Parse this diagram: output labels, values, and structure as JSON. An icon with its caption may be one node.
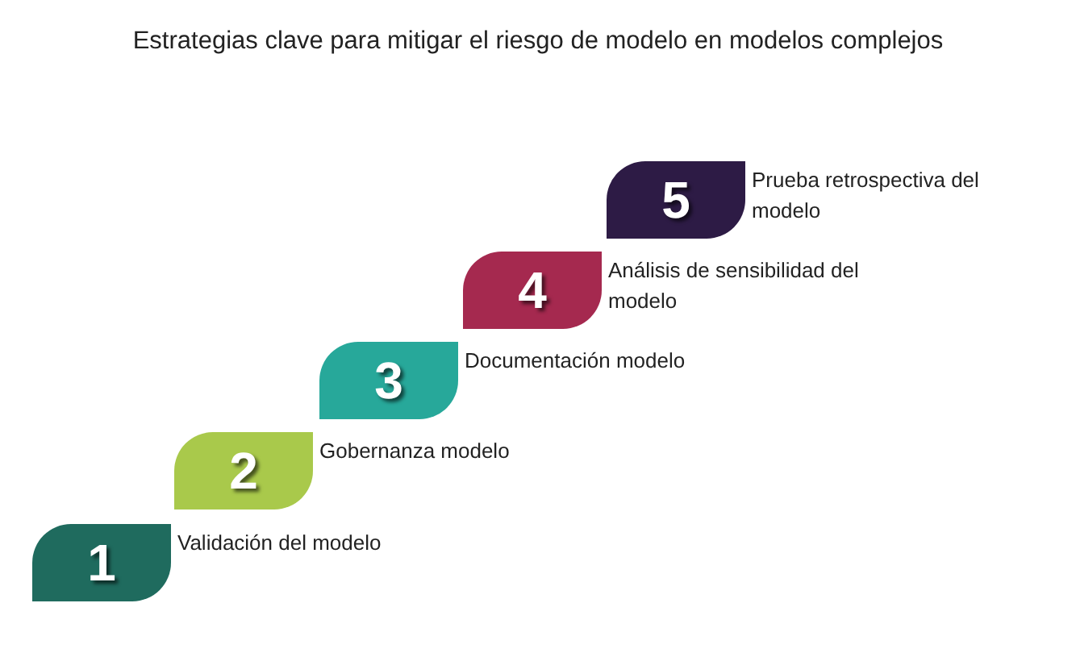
{
  "diagram": {
    "title": "Estrategias clave para mitigar el riesgo de modelo en modelos complejos",
    "nodes": [
      {
        "text": [
          "1"
        ],
        "beside": [
          "Validación del modelo"
        ]
      },
      {
        "text": [
          "2"
        ],
        "beside": [
          "Gobernanza modelo"
        ]
      },
      {
        "text": [
          "3"
        ],
        "beside": [
          "Documentación modelo"
        ]
      },
      {
        "text": [
          "4"
        ],
        "beside": [
          "Análisis de sensibilidad del modelo"
        ]
      },
      {
        "text": [
          "5"
        ],
        "beside": [
          "Prueba retrospectiva del modelo"
        ]
      }
    ],
    "edges": []
  }
}
